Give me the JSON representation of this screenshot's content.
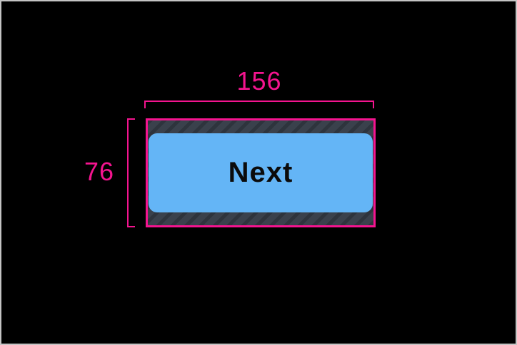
{
  "figure": {
    "background": "#000000",
    "frame_border_color": "#c4c4c4"
  },
  "dimensions": {
    "color": "#f4148f",
    "width_label": "156",
    "height_label": "76"
  },
  "touch_target": {
    "hatch_background": "#3a414c",
    "hatch_stripe_color": "#2e343d"
  },
  "button": {
    "label": "Next",
    "background_color": "#64b5f6",
    "label_color": "#0b0b0b"
  }
}
